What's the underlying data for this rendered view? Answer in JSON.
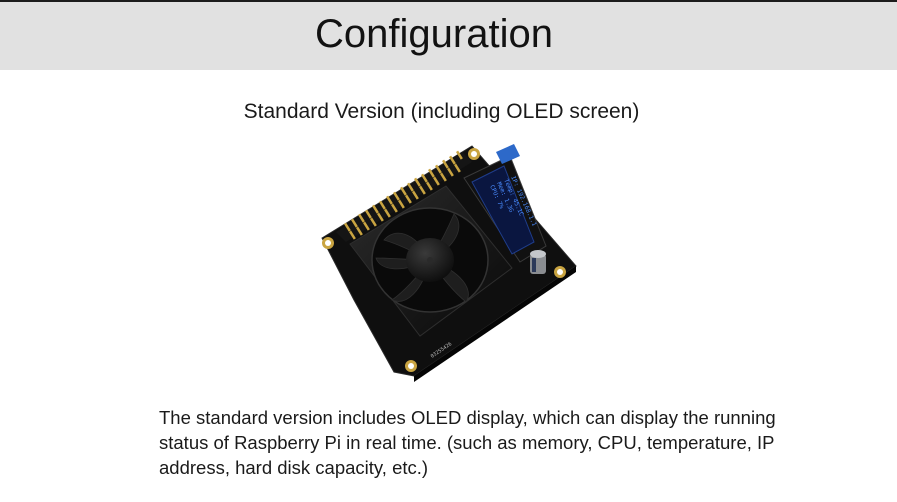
{
  "header": {
    "title": "Configuration"
  },
  "section": {
    "subtitle": "Standard Version (including OLED screen)",
    "description": "The standard version includes OLED display, which can display the running status of Raspberry Pi in real time. (such as memory, CPU, temperature, IP address, hard disk capacity, etc.)"
  },
  "product": {
    "oled_lines": [
      "CPU: 7%",
      "Mem: 1.3G",
      "Temp: 45.1C",
      "IP: 192.168.1.1"
    ],
    "board_label": "03255426"
  },
  "colors": {
    "header_band": "#e1e1e1",
    "top_rule": "#1c1c1c",
    "board": "#0f0f0f",
    "oled_glow": "#4a8cff",
    "pin_gold": "#c9a441"
  }
}
